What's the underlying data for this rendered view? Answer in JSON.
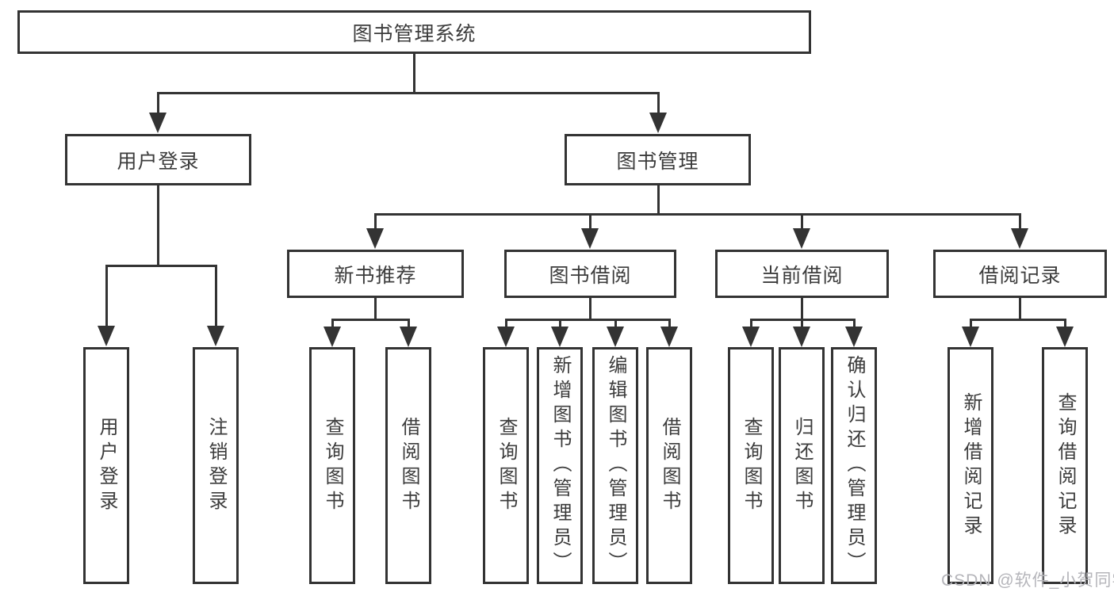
{
  "colors": {
    "line": "#333333",
    "text": "#3c3c3c",
    "background": "#ffffff",
    "box_background": "#ffffff",
    "watermark": "#b5b5ba"
  },
  "diagram": {
    "root": {
      "label": "图书管理系统"
    },
    "level2": {
      "user_login": {
        "label": "用户登录"
      },
      "book_management": {
        "label": "图书管理"
      }
    },
    "level3": {
      "new_book_recommend": {
        "label": "新书推荐"
      },
      "book_borrow": {
        "label": "图书借阅"
      },
      "current_borrow": {
        "label": "当前借阅"
      },
      "borrow_records": {
        "label": "借阅记录"
      }
    },
    "leaves": {
      "user_login": [
        {
          "label": "用户登录"
        },
        {
          "label": "注销登录"
        }
      ],
      "new_book_recommend": [
        {
          "label": "查询图书"
        },
        {
          "label": "借阅图书"
        }
      ],
      "book_borrow": [
        {
          "label": "查询图书"
        },
        {
          "label": "新增图书（管理员）"
        },
        {
          "label": "编辑图书（管理员）"
        },
        {
          "label": "借阅图书"
        }
      ],
      "current_borrow": [
        {
          "label": "查询图书"
        },
        {
          "label": "归还图书"
        },
        {
          "label": "确认归还（管理员）"
        }
      ],
      "borrow_records": [
        {
          "label": "新增借阅记录"
        },
        {
          "label": "查询借阅记录"
        }
      ]
    }
  },
  "watermark": {
    "text": "CSDN @软件_小贺同学"
  }
}
